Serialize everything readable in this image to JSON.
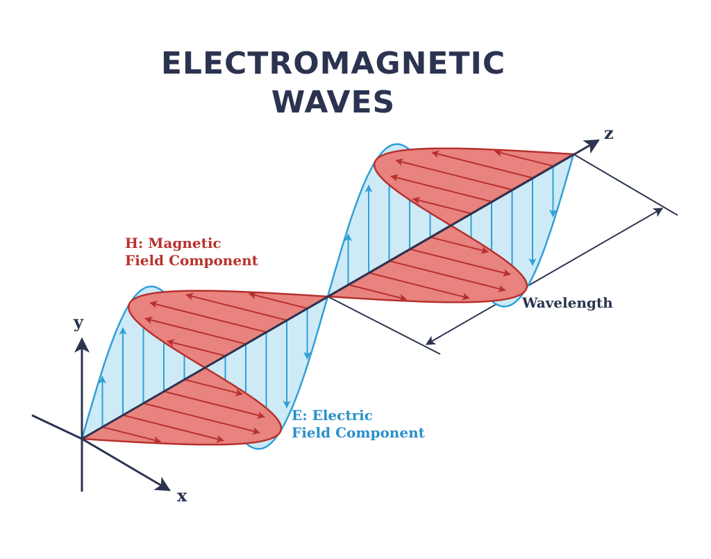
{
  "title_line1": "ELECTROMAGNETIC",
  "title_line2": "WAVES",
  "magnetic_label_line1": "H: Magnetic",
  "magnetic_label_line2": "Field Component",
  "electric_label_line1": "E: Electric",
  "electric_label_line2": "Field Component",
  "wavelength_label": "Wavelength",
  "axis_x": "x",
  "axis_y": "y",
  "axis_z": "z",
  "colors": {
    "ink": "#2b3350",
    "magnetic_fill": "#e8837f",
    "magnetic_stroke": "#b7302d",
    "electric_fill": "#cdeaf6",
    "electric_stroke": "#2e9fd6",
    "magnetic_text": "#b8322e",
    "electric_text": "#2a8fcb"
  }
}
